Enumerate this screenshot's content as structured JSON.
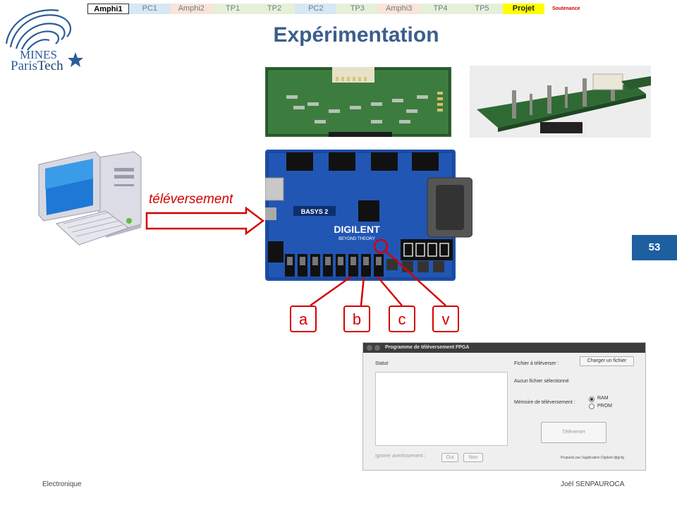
{
  "logo": {
    "line1": "MINES",
    "line2_a": "Paris",
    "line2_b": "Tech"
  },
  "nav": {
    "tabs": [
      {
        "label": "Amphi1",
        "color": "#ffffff",
        "active": true
      },
      {
        "label": "PC1",
        "color": "#d6e8f3"
      },
      {
        "label": "Amphi2",
        "color": "#fbe3da"
      },
      {
        "label": "TP1",
        "color": "#e6f0d9"
      },
      {
        "label": "TP2",
        "color": "#e6f0d9"
      },
      {
        "label": "PC2",
        "color": "#d6e8f3"
      },
      {
        "label": "TP3",
        "color": "#e6f0d9"
      },
      {
        "label": "Amphi3",
        "color": "#fbe3da"
      },
      {
        "label": "TP4",
        "color": "#e6f0d9"
      },
      {
        "label": "TP5",
        "color": "#e6f0d9"
      },
      {
        "label": "Projet",
        "color": "#ffff00"
      },
      {
        "label": "Soutenance",
        "color": "#ffffff"
      }
    ]
  },
  "slide": {
    "title": "Expérimentation",
    "page_number": "53",
    "upload_label": "téléversement",
    "labels": [
      "a",
      "b",
      "c",
      "v"
    ],
    "board": {
      "name": "BASYS 2",
      "brand": "DIGILENT",
      "tagline": "BEYOND THEORY"
    }
  },
  "footer": {
    "left": "Electronique",
    "right": "Joël SENPAUROCA"
  },
  "app": {
    "title": "Programme de téléversement FPGA",
    "status_label": "Statut",
    "file_label": "Fichier à téléverser :",
    "choose_button": "Charger un fichier",
    "no_file": "Aucun fichier sélectionné",
    "memory_label": "Mémoire de téléversement :",
    "memory_options": [
      "RAM",
      "PROM"
    ],
    "memory_selected": "RAM",
    "upload_button": "Téléverser",
    "ignore_label": "Ignorer avertissement :",
    "yes_button": "Oui",
    "no_button": "Non",
    "credit": "Propulsé par l'application Digilent djtgcfg"
  },
  "colors": {
    "accent": "#3b5e8c",
    "alert": "#d40000",
    "page_badge": "#1e5fa0"
  }
}
